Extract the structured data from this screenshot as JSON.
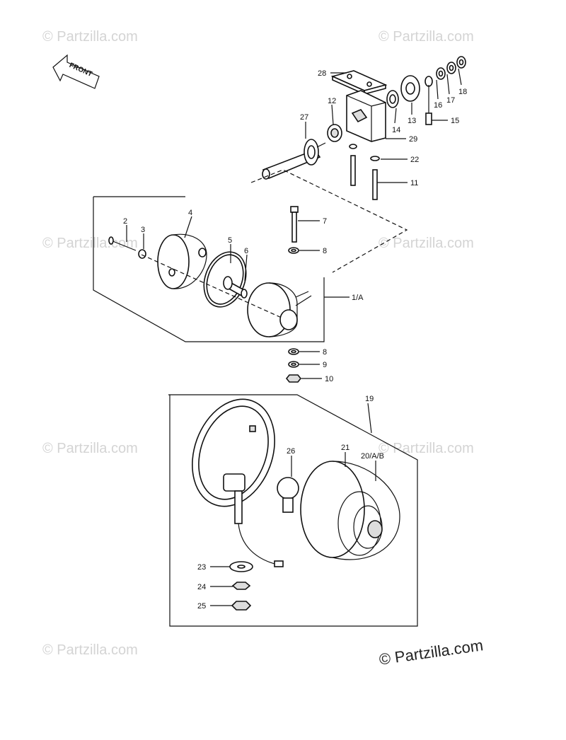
{
  "front_arrow": {
    "label": "FRONT"
  },
  "watermark": {
    "faint": "© Partzilla.com",
    "main": "© Partzilla.com"
  },
  "callouts": {
    "c1A": "1/A",
    "c2": "2",
    "c3": "3",
    "c4": "4",
    "c5": "5",
    "c6": "6",
    "c7": "7",
    "c8a": "8",
    "c8b": "8",
    "c9": "9",
    "c10": "10",
    "c11": "11",
    "c12": "12",
    "c13": "13",
    "c14": "14",
    "c15": "15",
    "c16": "16",
    "c17": "17",
    "c18": "18",
    "c19": "19",
    "c20": "20/A/B",
    "c21": "21",
    "c22": "22",
    "c23": "23",
    "c24": "24",
    "c25": "25",
    "c26": "26",
    "c27": "27",
    "c28": "28",
    "c29": "29"
  }
}
